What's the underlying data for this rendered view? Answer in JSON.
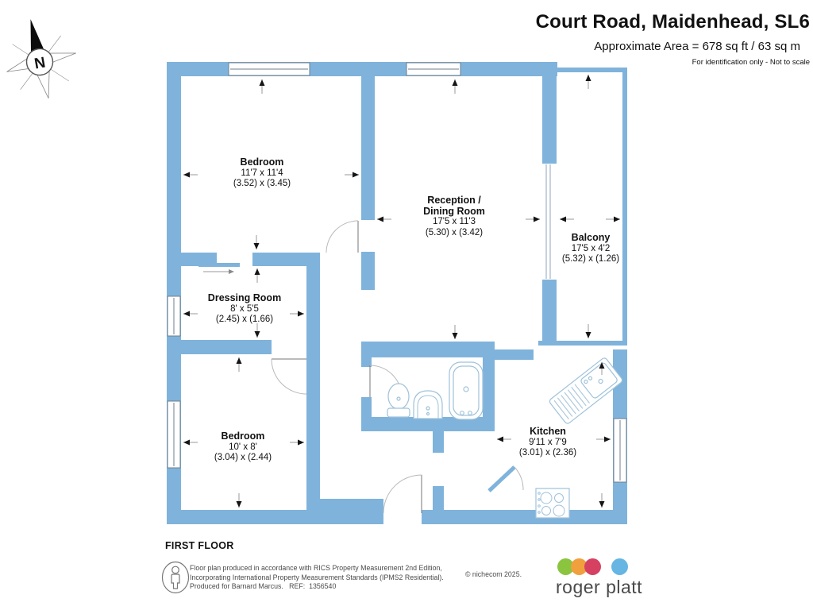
{
  "header": {
    "title": "Court Road, Maidenhead, SL6",
    "area": "Approximate Area = 678 sq ft / 63 sq m",
    "note": "For identification only - Not to scale"
  },
  "compass": {
    "north_label": "N"
  },
  "plan": {
    "floor_label": "FIRST FLOOR",
    "rooms": [
      {
        "name": "Bedroom",
        "dims_ft": "11'7 x 11'4",
        "dims_m": "(3.52) x (3.45)"
      },
      {
        "name": "Reception /\nDining Room",
        "dims_ft": "17'5 x 11'3",
        "dims_m": "(5.30) x (3.42)"
      },
      {
        "name": "Balcony",
        "dims_ft": "17'5 x 4'2",
        "dims_m": "(5.32) x (1.26)"
      },
      {
        "name": "Dressing Room",
        "dims_ft": "8' x 5'5",
        "dims_m": "(2.45) x (1.66)"
      },
      {
        "name": "Bedroom",
        "dims_ft": "10' x 8'",
        "dims_m": "(3.04) x (2.44)"
      },
      {
        "name": "Kitchen",
        "dims_ft": "9'11 x 7'9",
        "dims_m": "(3.01) x (2.36)"
      }
    ]
  },
  "footer": {
    "disclaimer_line1": "Floor plan produced in accordance with RICS Property Measurement 2nd Edition,",
    "disclaimer_line2": "Incorporating International Property Measurement Standards (IPMS2 Residential).",
    "disclaimer_line3": "Produced for Barnard Marcus.   REF:  1356540",
    "copyright": "© nichecom 2025.",
    "brand": "roger platt"
  },
  "colors": {
    "wall": "#7fb3db",
    "fixture": "#9fc2da",
    "logo_green": "#8bc53f",
    "logo_orange": "#f0a03c",
    "logo_red": "#d64161",
    "logo_blue": "#66b5e3"
  }
}
